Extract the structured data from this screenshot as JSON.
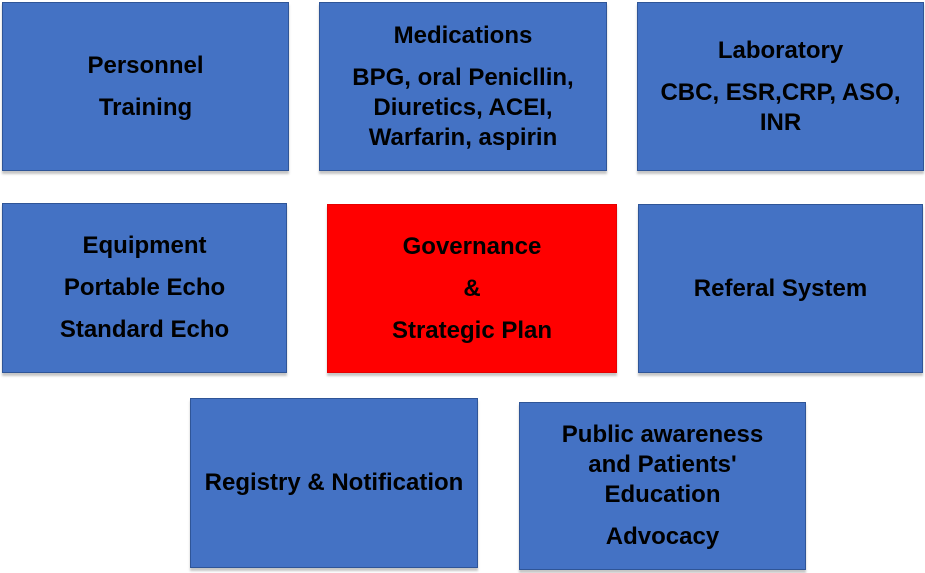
{
  "colors": {
    "box_blue": "#4472C4",
    "box_red": "#FF0000",
    "border_blue": "#2F5597",
    "text": "#000000",
    "background": "#FFFFFF"
  },
  "boxes": [
    {
      "name": "personnel-training",
      "fill": "#4472C4",
      "paragraphs": [
        [
          "Personnel"
        ],
        [
          "Training"
        ]
      ]
    },
    {
      "name": "medications",
      "fill": "#4472C4",
      "paragraphs": [
        [
          "Medications"
        ],
        [
          "BPG, oral Penicllin,",
          "Diuretics, ACEI,",
          "Warfarin, aspirin"
        ]
      ]
    },
    {
      "name": "laboratory",
      "fill": "#4472C4",
      "paragraphs": [
        [
          "Laboratory"
        ],
        [
          "CBC, ESR,CRP, ASO,",
          "INR"
        ]
      ]
    },
    {
      "name": "equipment",
      "fill": "#4472C4",
      "paragraphs": [
        [
          "Equipment"
        ],
        [
          "Portable Echo"
        ],
        [
          "Standard Echo"
        ]
      ]
    },
    {
      "name": "governance-strategic-plan",
      "fill": "#FF0000",
      "paragraphs": [
        [
          "Governance"
        ],
        [
          "&"
        ],
        [
          "Strategic Plan"
        ]
      ]
    },
    {
      "name": "referral-system",
      "fill": "#4472C4",
      "paragraphs": [
        [
          "Referal System"
        ]
      ]
    },
    {
      "name": "registry-notification",
      "fill": "#4472C4",
      "paragraphs": [
        [
          "Registry & Notification"
        ]
      ]
    },
    {
      "name": "public-awareness-advocacy",
      "fill": "#4472C4",
      "paragraphs": [
        [
          "Public awareness",
          "and Patients'",
          "Education"
        ],
        [
          "Advocacy"
        ]
      ]
    }
  ]
}
